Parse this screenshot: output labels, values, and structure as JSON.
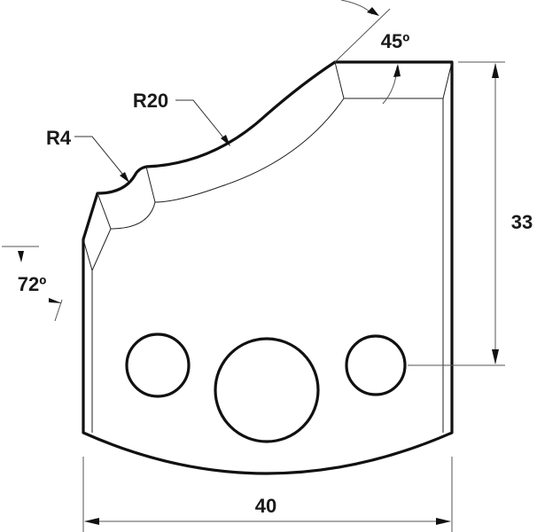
{
  "drawing": {
    "type": "profile knife blank technical drawing",
    "line_color": "#111111",
    "background": "#ffffff"
  },
  "dimensions": {
    "top_angle": {
      "label": "45º",
      "value": 45,
      "unit": "degree"
    },
    "left_angle": {
      "label": "72º",
      "value": 72,
      "unit": "degree"
    },
    "height": {
      "label": "33",
      "value": 33
    },
    "width": {
      "label": "40",
      "value": 40
    },
    "large_radius": {
      "label": "R20",
      "value": 20
    },
    "small_radius": {
      "label": "R4",
      "value": 4
    }
  },
  "holes": [
    {
      "name": "left-small-hole"
    },
    {
      "name": "center-large-hole"
    },
    {
      "name": "right-small-hole"
    }
  ]
}
